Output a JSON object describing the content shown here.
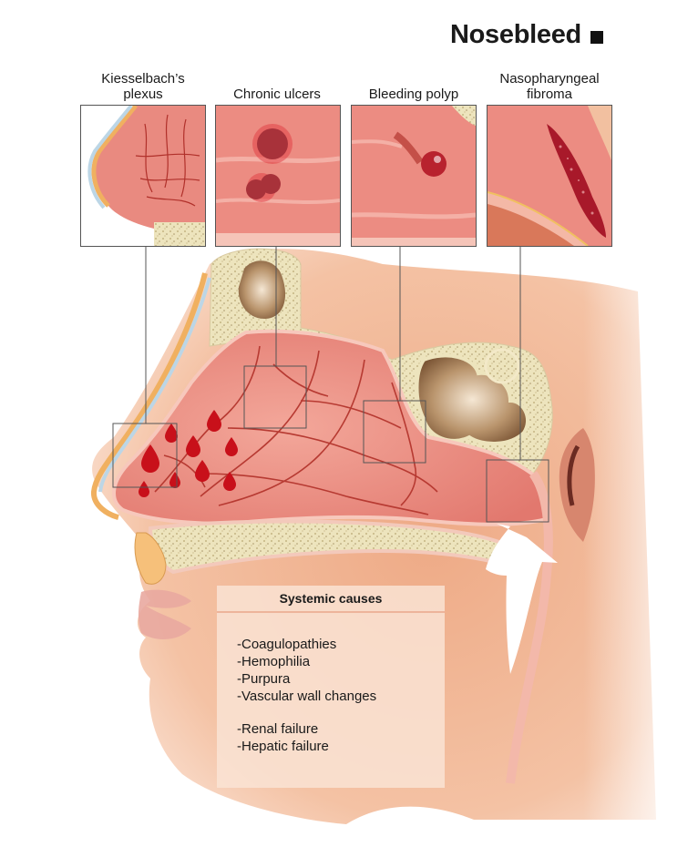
{
  "title": "Nosebleed",
  "insets": [
    {
      "label_line1": "Kiesselbach’s",
      "label_line2": "plexus"
    },
    {
      "label_line1": "Chronic ulcers",
      "label_line2": ""
    },
    {
      "label_line1": "Bleeding polyp",
      "label_line2": ""
    },
    {
      "label_line1": "Nasopharyngeal",
      "label_line2": "fibroma"
    }
  ],
  "systemic": {
    "heading": "Systemic causes",
    "group1": [
      "-Coagulopathies",
      "-Hemophilia",
      "-Purpura",
      "-Vascular wall changes"
    ],
    "group2": [
      "-Renal failure",
      "-Hepatic failure"
    ]
  },
  "colors": {
    "skin": "#f2b896",
    "mucosa": "#e98a80",
    "bone": "#ede4bd",
    "blood": "#c8101a",
    "sinus": "#b5916a"
  }
}
